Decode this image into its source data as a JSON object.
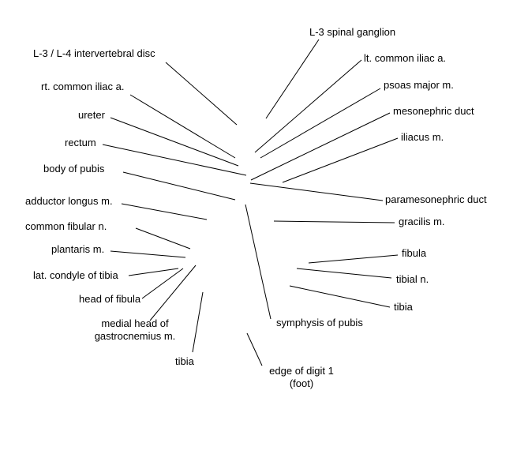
{
  "labels": {
    "l3_l4_intervertebral_disc": "L-3 / L-4 intervertebral disc",
    "rt_common_iliac_a": "rt. common iliac a.",
    "ureter": "ureter",
    "rectum": "rectum",
    "body_of_pubis": "body of pubis",
    "adductor_longus_m": "adductor longus m.",
    "common_fibular_n": "common fibular n.",
    "plantaris_m": "plantaris m.",
    "lat_condyle_of_tibia": "lat. condyle of tibia",
    "head_of_fibula": "head of fibula",
    "medial_head_of_gastrocnemius_line1": "medial head of",
    "medial_head_of_gastrocnemius_line2": "gastrocnemius m.",
    "tibia_left": "tibia",
    "l3_spinal_ganglion": "L-3 spinal ganglion",
    "lt_common_iliac_a": "lt. common iliac a.",
    "psoas_major_m": "psoas major m.",
    "mesonephric_duct": "mesonephric duct",
    "iliacus_m": "iliacus m.",
    "paramesonephric_duct": "paramesonephric duct",
    "gracilis_m": "gracilis m.",
    "fibula": "fibula",
    "tibial_n": "tibial n.",
    "tibia_right": "tibia",
    "symphysis_of_pubis": "symphysis of pubis",
    "edge_of_digit_1_line1": "edge of digit 1",
    "edge_of_digit_1_line2": "(foot)"
  },
  "colors": {
    "line": "#000000",
    "text": "#000000",
    "background": "#ffffff"
  }
}
